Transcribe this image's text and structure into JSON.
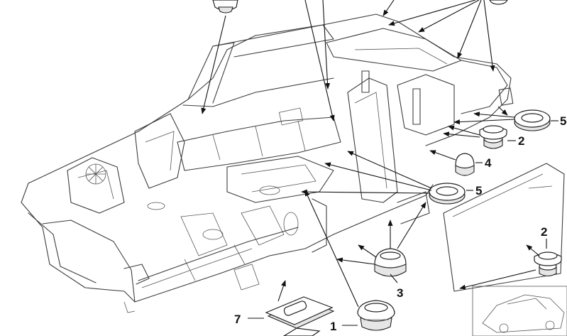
{
  "callouts": {
    "c1": "1",
    "c2a": "2",
    "c2b": "2",
    "c3": "3",
    "c4": "4",
    "c5a": "5",
    "c5b": "5",
    "c7": "7"
  },
  "colors": {
    "line": "#3c3c3c",
    "leader": "#111111",
    "part_fill": "#ffffff",
    "part_shade": "#e6e6e6"
  }
}
